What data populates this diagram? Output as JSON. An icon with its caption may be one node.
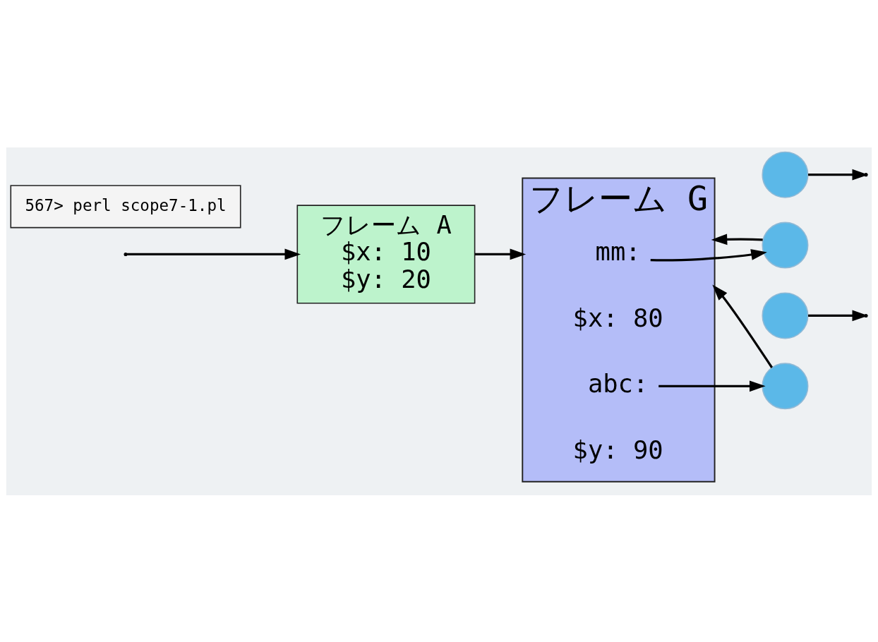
{
  "diagram": {
    "nodes": [
      {
        "text": [
          "フレーム G"
        ]
      },
      {
        "text": [
          "mm:"
        ],
        "in": 0
      },
      {
        "text": [
          "$x: 80"
        ],
        "in": 0
      },
      {
        "text": [
          "abc:"
        ],
        "in": 0
      },
      {
        "text": [
          "$y: 90"
        ],
        "in": 0
      },
      {
        "text": [],
        "shape": "circle"
      },
      {
        "text": [],
        "shape": "circle"
      },
      {
        "text": [],
        "shape": "circle"
      },
      {
        "text": [],
        "shape": "circle"
      },
      {
        "text": [
          "フレーム A",
          "$x: 10",
          "$y: 20"
        ]
      },
      {
        "text": [
          "567> perl scope7-1.pl"
        ]
      }
    ],
    "edges": [
      {
        "from": 5,
        "to": null,
        "arrow": "to"
      },
      {
        "from": 6,
        "to": 0,
        "arrow": "to"
      },
      {
        "from": 1,
        "to": 6,
        "arrow": "to"
      },
      {
        "from": 7,
        "to": null,
        "arrow": "to"
      },
      {
        "from": 8,
        "to": 0,
        "arrow": "to"
      },
      {
        "from": 3,
        "to": 8,
        "arrow": "to"
      },
      {
        "from": null,
        "to": 9,
        "arrow": "to"
      },
      {
        "from": 9,
        "to": 0,
        "arrow": "to"
      }
    ]
  }
}
